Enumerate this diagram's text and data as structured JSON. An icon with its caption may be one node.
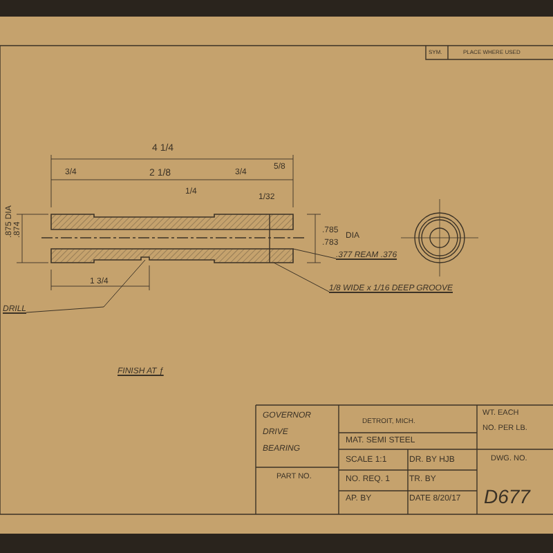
{
  "diagram": {
    "nodes": [
      {
        "text": [
          "DRILL"
        ]
      },
      {
        "text": [
          ".377 REAM .376"
        ]
      },
      {
        "text": [
          "1/8 WIDE x 1/16 DEEP GROOVE"
        ]
      },
      {
        "text": [],
        "shape": "picture"
      }
    ],
    "edges": [
      {
        "from": 0,
        "to": 3,
        "arrow": "none"
      },
      {
        "from": 1,
        "to": 3,
        "arrow": "none"
      },
      {
        "from": 2,
        "to": 3,
        "arrow": "none"
      }
    ],
    "labels": [
      "SYM.",
      "PLACE WHERE USED",
      "4 1/4",
      "3/4",
      "2 1/8",
      "1/4",
      "3/4",
      "5/8",
      "1/32",
      ".875 DIA",
      ".874",
      "1 3/4",
      ".785",
      ".783",
      "DIA",
      "FINISH AT ƒ",
      "GOVERNOR",
      "DRIVE",
      "BEARING",
      "PART NO.",
      "DETROIT, MICH.",
      "MAT. SEMI STEEL",
      "SCALE 1:1",
      "DR. BY HJB",
      "NO. REQ. 1",
      "TR. BY",
      "AP. BY",
      "DATE 8/20/17",
      "WT. EACH",
      "NO. PER LB.",
      "DWG. NO.",
      "D677"
    ]
  }
}
